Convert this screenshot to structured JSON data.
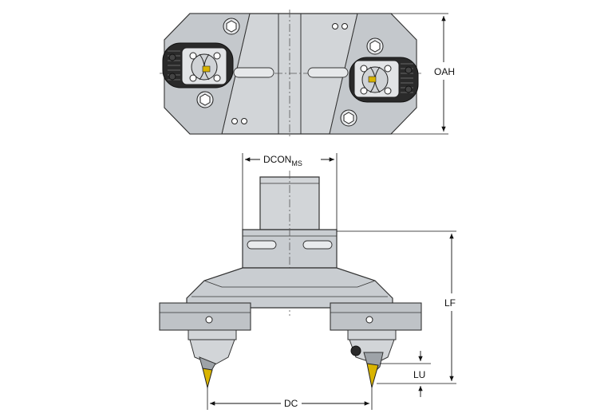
{
  "labels": {
    "oah": "OAH",
    "dcon": "DCON",
    "dcon_sub": "MS",
    "lf": "LF",
    "lu": "LU",
    "dc": "DC"
  },
  "colors": {
    "body": "#d2d5d8",
    "body_dark": "#9ea3a8",
    "outline": "#333333",
    "insert": "#d9b400",
    "knurl": "#2a2a2a"
  }
}
